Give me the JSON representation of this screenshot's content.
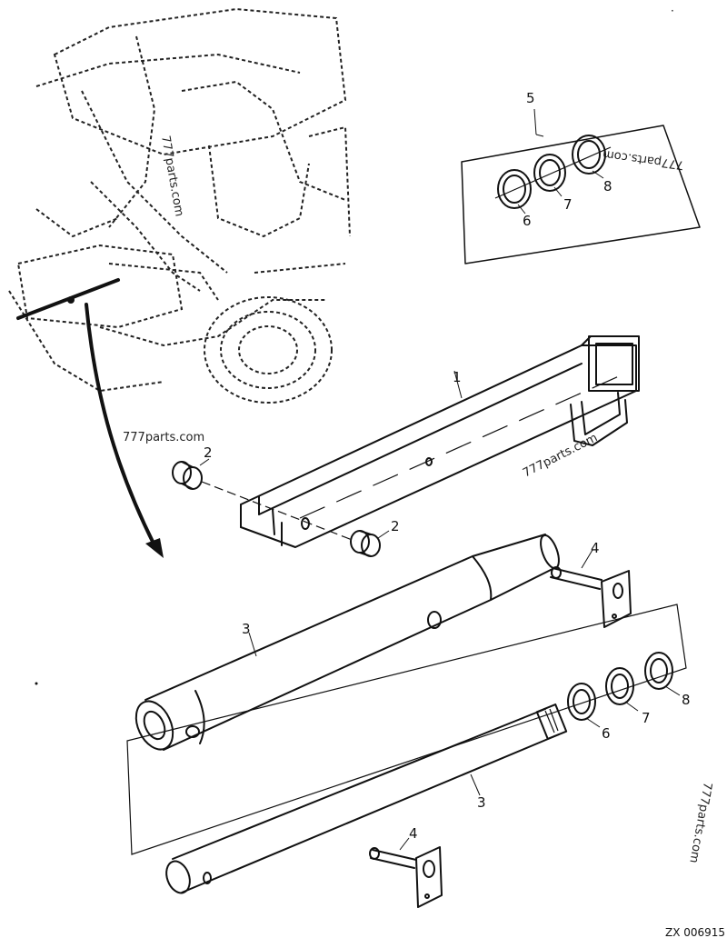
{
  "callouts": {
    "c1": "1",
    "c2a": "2",
    "c2b": "2",
    "c3a": "3",
    "c3b": "3",
    "c4a": "4",
    "c4b": "4",
    "c5": "5",
    "c6a": "6",
    "c7a": "7",
    "c8a": "8",
    "c6b": "6",
    "c7b": "7",
    "c8b": "8"
  },
  "watermarks": {
    "w1": "777parts.com",
    "w2": "777parts.com",
    "w3": "777parts.com",
    "w4": "777parts.com",
    "w5": "777parts.com"
  },
  "drawing_code": "ZX 006915"
}
